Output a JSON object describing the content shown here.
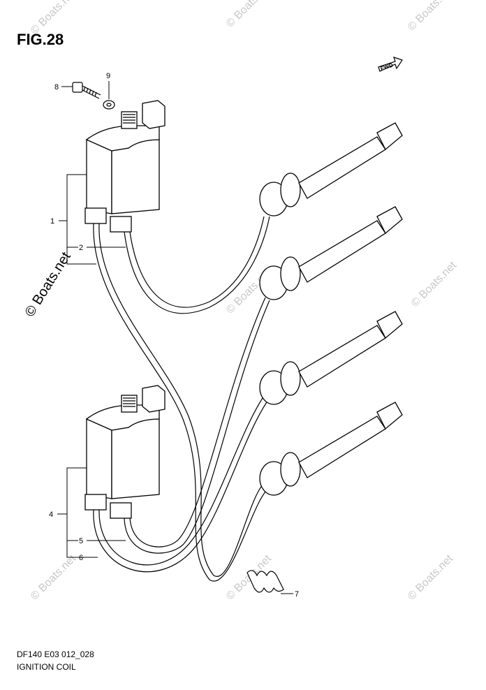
{
  "figure": {
    "title": "FIG.28",
    "code": "DF140 E03 012_028",
    "name": "IGNITION COIL"
  },
  "fwd_label": "FWD",
  "watermark": "© Boats.net",
  "callouts": [
    "1",
    "2",
    "4",
    "5",
    "6",
    "7",
    "8",
    "9"
  ],
  "colors": {
    "line": "#000000",
    "watermark": "#c8c8c8"
  }
}
